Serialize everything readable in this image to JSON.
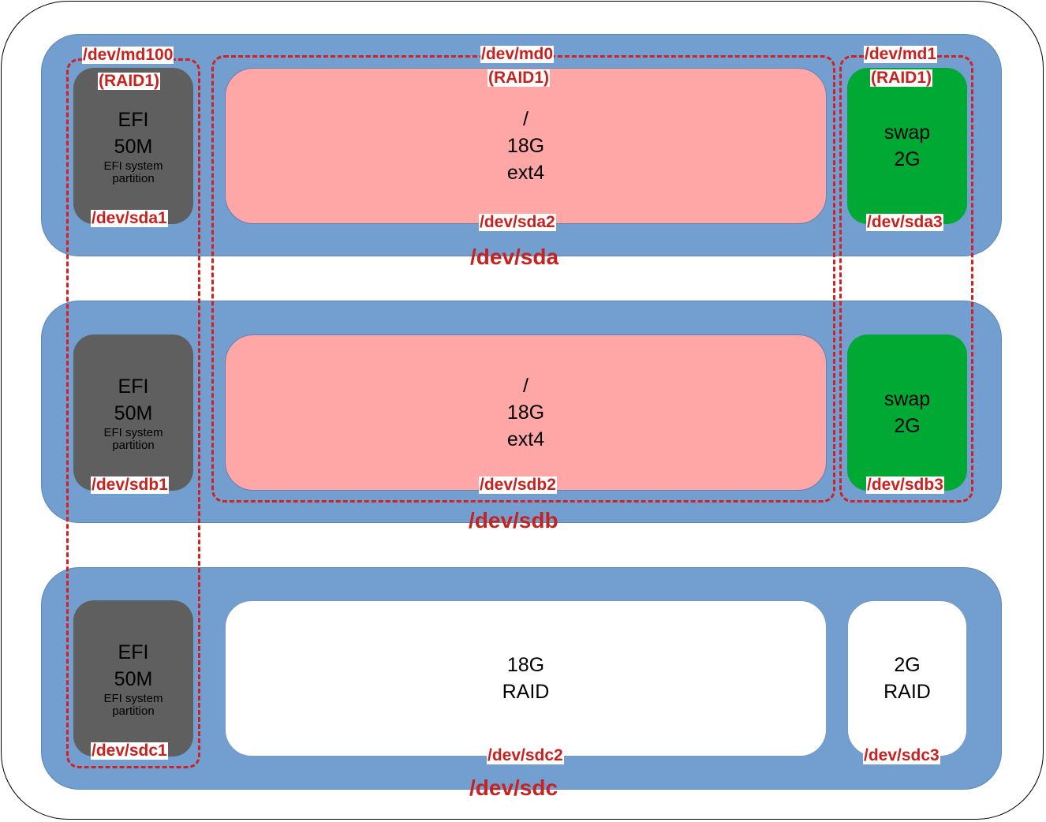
{
  "disks": [
    {
      "name": "/dev/sda",
      "efi": {
        "line1": "EFI",
        "line2": "50M",
        "desc": "EFI system partition",
        "dev": "/dev/sda1"
      },
      "main": {
        "line1": "/",
        "line2": "18G",
        "line3": "ext4",
        "dev": "/dev/sda2"
      },
      "swap": {
        "line1": "swap",
        "line2": "2G",
        "dev": "/dev/sda3"
      }
    },
    {
      "name": "/dev/sdb",
      "efi": {
        "line1": "EFI",
        "line2": "50M",
        "desc": "EFI system partition",
        "dev": "/dev/sdb1"
      },
      "main": {
        "line1": "/",
        "line2": "18G",
        "line3": "ext4",
        "dev": "/dev/sdb2"
      },
      "swap": {
        "line1": "swap",
        "line2": "2G",
        "dev": "/dev/sdb3"
      }
    },
    {
      "name": "/dev/sdc",
      "efi": {
        "line1": "EFI",
        "line2": "50M",
        "desc": "EFI system partition",
        "dev": "/dev/sdc1"
      },
      "main": {
        "line1": "18G",
        "line2": "RAID",
        "dev": "/dev/sdc2"
      },
      "swap": {
        "line1": "2G",
        "line2": "RAID",
        "dev": "/dev/sdc3"
      }
    }
  ],
  "arrays": {
    "md100": {
      "name": "/dev/md100",
      "level": "(RAID1)"
    },
    "md0": {
      "name": "/dev/md0",
      "level": "(RAID1)"
    },
    "md1": {
      "name": "/dev/md1",
      "level": "(RAID1)"
    }
  },
  "colors": {
    "disk": "#729fcf",
    "efi": "#5f5f5f",
    "root": "#ffa6a6",
    "swap": "#00a933",
    "label": "#c9211e"
  }
}
